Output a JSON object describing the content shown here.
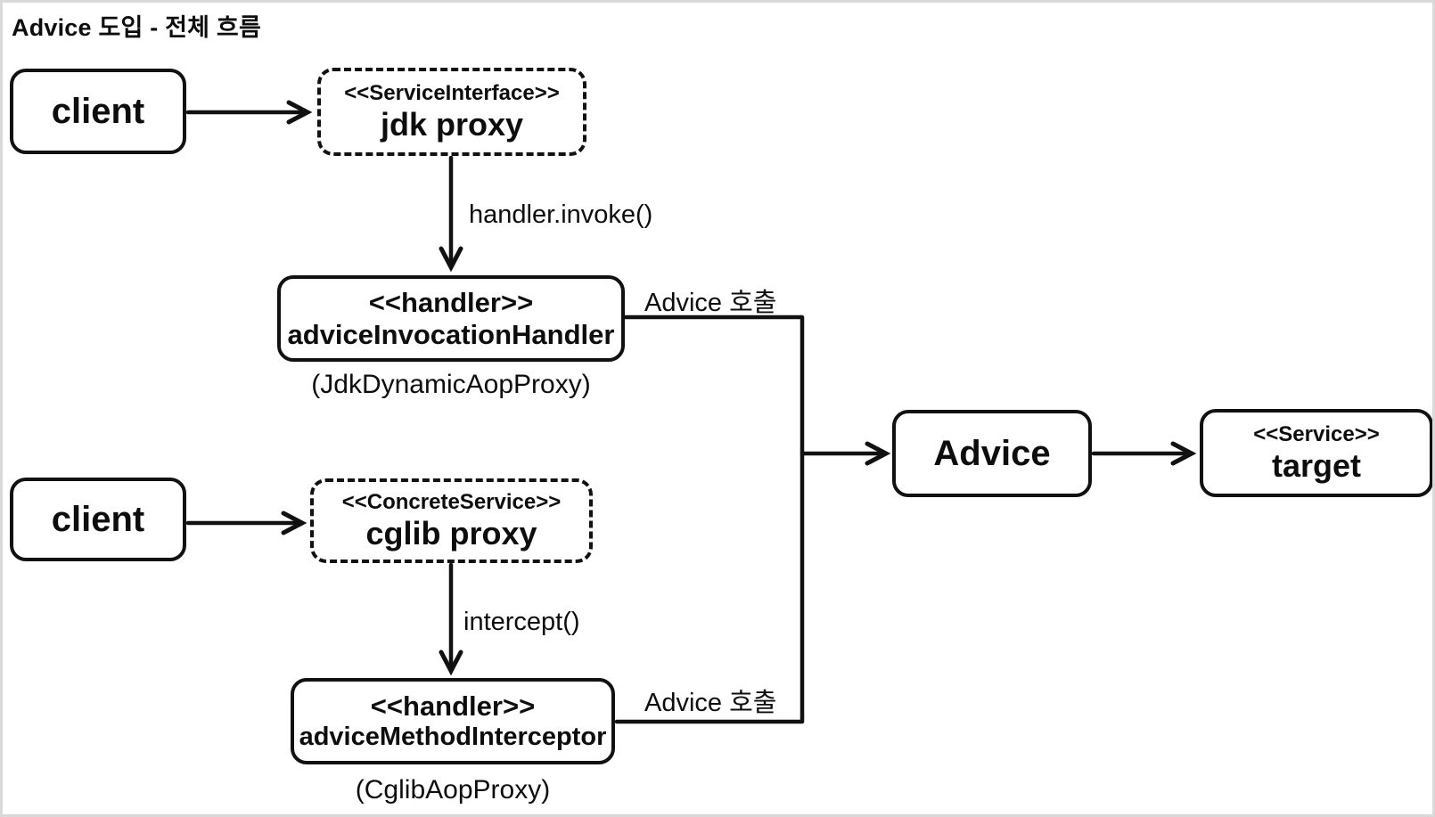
{
  "title": "Advice 도입 - 전체 흐름",
  "colors": {
    "stroke": "#111111",
    "background": "#ffffff",
    "frame_border": "#d9d9d9",
    "text": "#0d0d0d"
  },
  "nodes": {
    "client_top": {
      "label": "client"
    },
    "jdk_proxy": {
      "stereotype": "<<ServiceInterface>>",
      "label": "jdk proxy"
    },
    "advice_invocation_handler": {
      "stereotype": "<<handler>>",
      "label": "adviceInvocationHandler",
      "caption": "(JdkDynamicAopProxy)"
    },
    "advice": {
      "label": "Advice"
    },
    "target": {
      "stereotype": "<<Service>>",
      "label": "target"
    },
    "client_bottom": {
      "label": "client"
    },
    "cglib_proxy": {
      "stereotype": "<<ConcreteService>>",
      "label": "cglib proxy"
    },
    "advice_method_interceptor": {
      "stereotype": "<<handler>>",
      "label": "adviceMethodInterceptor",
      "caption": "(CglibAopProxy)"
    }
  },
  "edge_labels": {
    "handler_invoke": "handler.invoke()",
    "intercept": "intercept()",
    "advice_call_top": "Advice 호출",
    "advice_call_bottom": "Advice 호출"
  }
}
